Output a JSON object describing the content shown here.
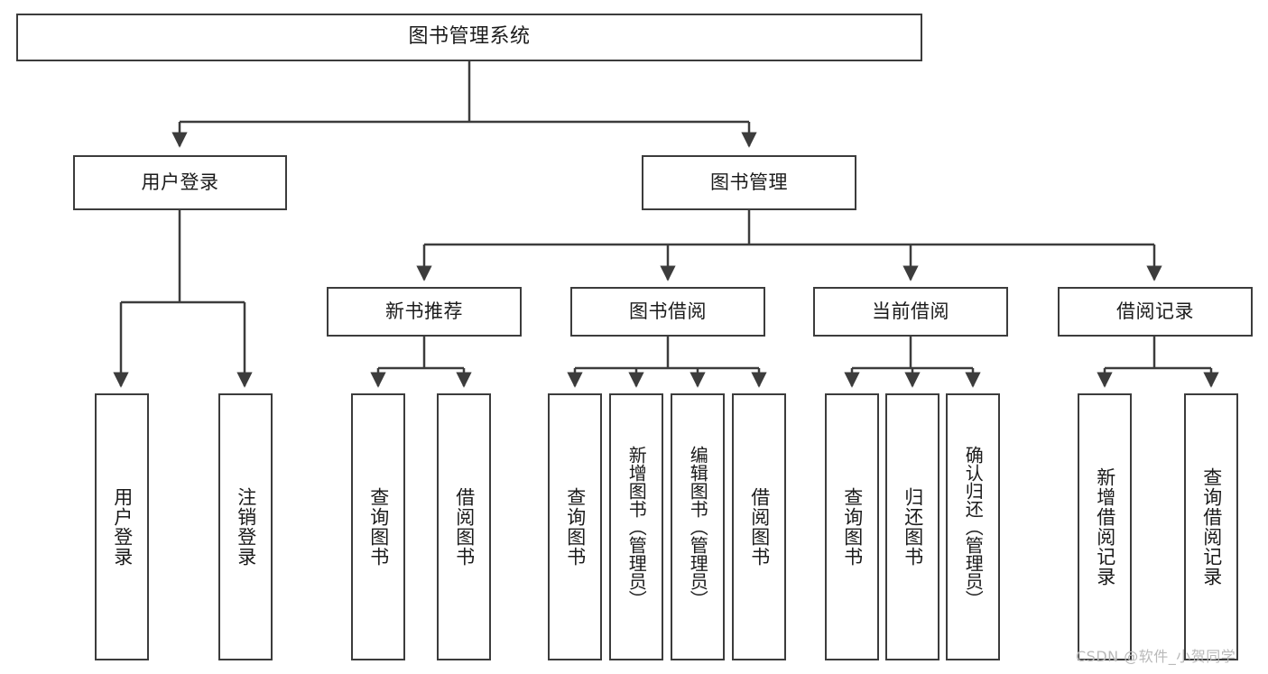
{
  "diagram": {
    "title": "图书管理系统",
    "stroke_color": "#3c3c3c",
    "background_color": "#ffffff",
    "text_color": "#1b1b1b",
    "root": {
      "label": "图书管理系统"
    },
    "level2": [
      {
        "label": "用户登录"
      },
      {
        "label": "图书管理"
      }
    ],
    "level3": [
      {
        "label": "新书推荐"
      },
      {
        "label": "图书借阅"
      },
      {
        "label": "当前借阅"
      },
      {
        "label": "借阅记录"
      }
    ],
    "leaves": {
      "user_login": [
        {
          "label": "用户登录"
        },
        {
          "label": "注销登录"
        }
      ],
      "new_book_recommendation": [
        {
          "label": "查询图书"
        },
        {
          "label": "借阅图书"
        }
      ],
      "book_borrow": [
        {
          "label": "查询图书"
        },
        {
          "label": "新增图书（管理员）"
        },
        {
          "label": "编辑图书（管理员）"
        },
        {
          "label": "借阅图书"
        }
      ],
      "current_borrow": [
        {
          "label": "查询图书"
        },
        {
          "label": "归还图书"
        },
        {
          "label": "确认归还（管理员）"
        }
      ],
      "borrow_record": [
        {
          "label": "新增借阅记录"
        },
        {
          "label": "查询借阅记录"
        }
      ]
    }
  },
  "watermark": {
    "text": "CSDN @软件_小贺同学"
  }
}
